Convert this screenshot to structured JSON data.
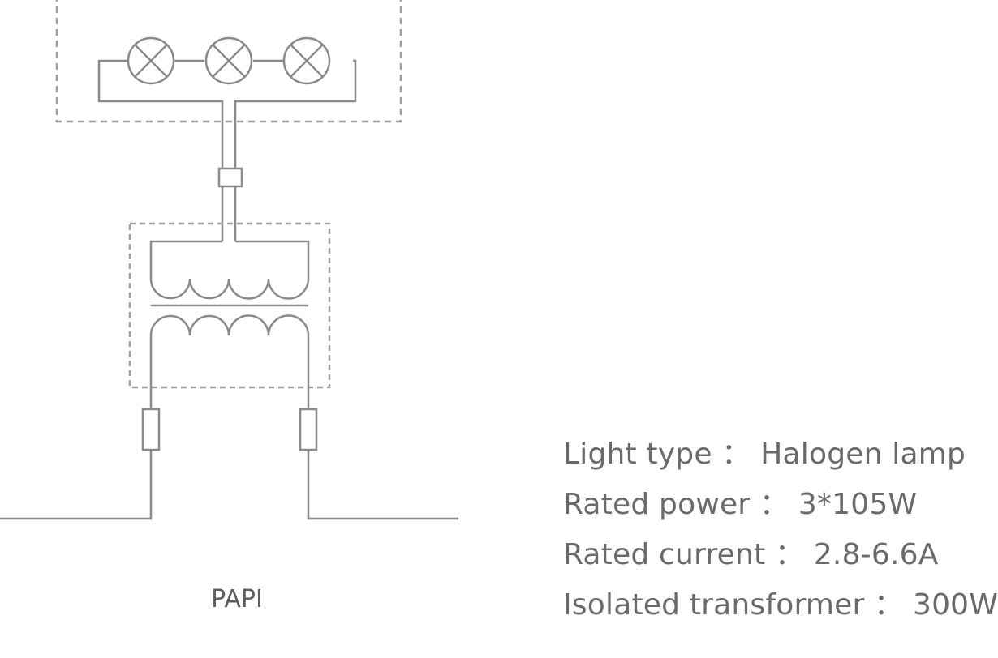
{
  "diagram": {
    "caption": "PAPI",
    "colors": {
      "line": "#8a8a8a",
      "dashed_box": "#9a9a9a",
      "text": "#6a6a6a"
    },
    "components": {
      "lamps": 3,
      "lamp_icon": "lamp-cross-circle-icon",
      "connector_icon": "connector-block-icon",
      "transformer_icon": "isolation-transformer-icon",
      "resistor_icon": "resistor-icon"
    }
  },
  "specs": [
    {
      "label": "Light type",
      "sep": "：",
      "value": "Halogen lamp"
    },
    {
      "label": "Rated power",
      "sep": "：",
      "value": "3*105W"
    },
    {
      "label": "Rated current",
      "sep": "：",
      "value": "2.8-6.6A"
    },
    {
      "label": "Isolated transformer",
      "sep": "：",
      "value": "300W"
    }
  ]
}
